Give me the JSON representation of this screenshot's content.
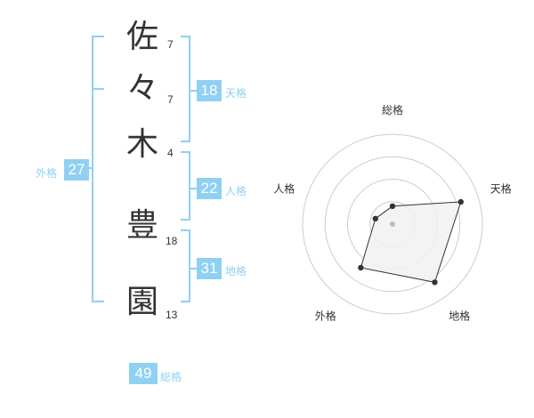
{
  "name": {
    "characters": [
      {
        "char": "佐",
        "strokes": "7"
      },
      {
        "char": "々",
        "strokes": "7"
      },
      {
        "char": "木",
        "strokes": "4"
      },
      {
        "char": "豊",
        "strokes": "18"
      },
      {
        "char": "園",
        "strokes": "13"
      }
    ]
  },
  "kakusu": {
    "tenkaku": {
      "value": "18",
      "label": "天格"
    },
    "jinkaku": {
      "value": "22",
      "label": "人格"
    },
    "chikaku": {
      "value": "31",
      "label": "地格"
    },
    "gaikaku": {
      "value": "27",
      "label": "外格"
    },
    "soukaku": {
      "value": "49",
      "label": "総格"
    }
  },
  "chart_data": {
    "type": "radar",
    "axes": [
      "総格",
      "天格",
      "地格",
      "外格",
      "人格"
    ],
    "values": [
      1,
      4,
      4,
      3,
      1
    ],
    "max": 5,
    "rings": 4,
    "colors": {
      "fill": "#f1f1f1",
      "line": "#333333",
      "grid": "#cccccc",
      "center": "#bbbbbb"
    }
  }
}
